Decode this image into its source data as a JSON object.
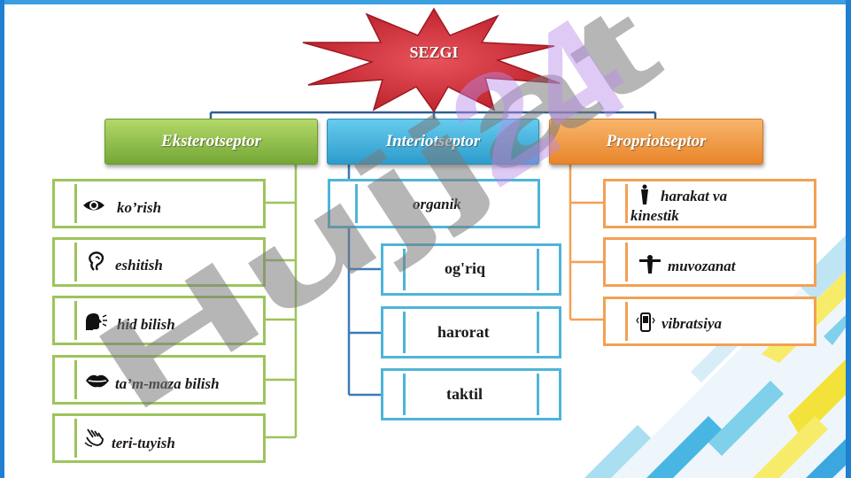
{
  "root": {
    "label": "SEZGI"
  },
  "categories": [
    {
      "label": "Eksterotseptor",
      "color": "#7fb23c"
    },
    {
      "label": "Interiotseptor",
      "color": "#38a7d6"
    },
    {
      "label": "Propriotseptor",
      "color": "#ee8d35"
    }
  ],
  "ekstero": [
    {
      "label": "ko’rish",
      "icon": "eye-icon"
    },
    {
      "label": "eshitish",
      "icon": "ear-icon"
    },
    {
      "label": "hid bilish",
      "icon": "nose-speaking-icon"
    },
    {
      "label": "ta’m-maza bilish",
      "icon": "lips-icon"
    },
    {
      "label": "teri-tuyish",
      "icon": "touch-hand-icon"
    }
  ],
  "intero": {
    "top": {
      "label": "organik"
    },
    "children": [
      {
        "label": "og'riq"
      },
      {
        "label": "harorat"
      },
      {
        "label": "taktil"
      }
    ]
  },
  "proprio": [
    {
      "label_line1": "harakat va",
      "label_line2": "kinestik",
      "icon": "person-icon"
    },
    {
      "label": "muvozanat",
      "icon": "balance-figure-icon"
    },
    {
      "label": "vibratsiya",
      "icon": "phone-vibrate-icon"
    }
  ],
  "watermark": {
    "text": "Hujjat 24",
    "color": "#c9a8ee"
  }
}
